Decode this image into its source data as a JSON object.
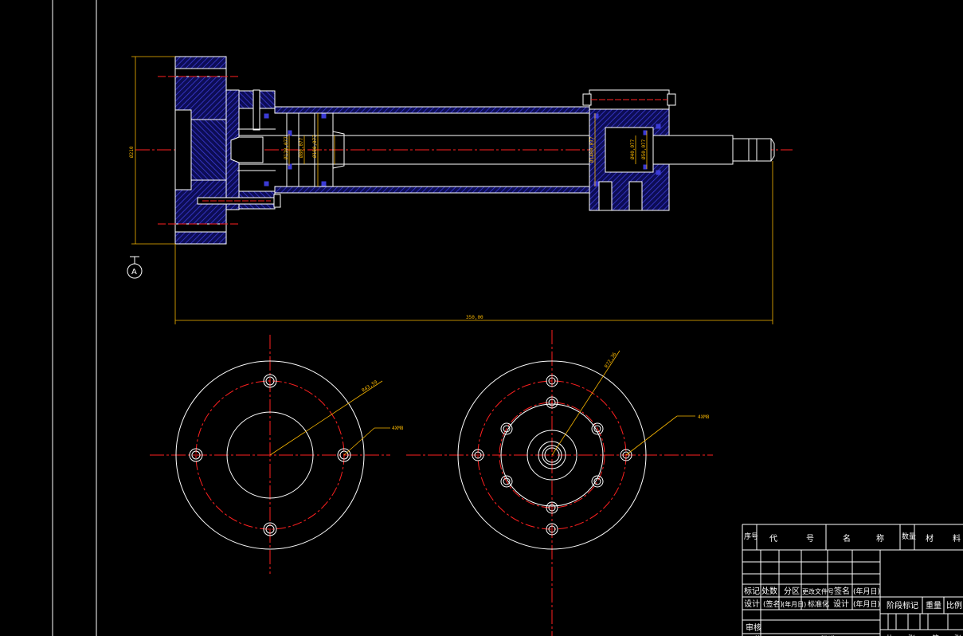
{
  "colors": {
    "background": "#000000",
    "outline": "#ffffff",
    "centerline": "#ff2020",
    "hatch": "#3b3bd6",
    "dimension": "#f5b400",
    "seal": "#3b3bd6"
  },
  "view_label": "A",
  "dimensions": {
    "overall_length": "350,00",
    "flange_height": "Ø210",
    "left_pcd": "R43,59",
    "right_pcd": "R72,36",
    "left_holes": "4XM8",
    "right_holes": "4XM8",
    "bore_small_1": "Ø120,077",
    "bore_small_2": "Ø80,077",
    "bore_small_3": "Ø100,077",
    "bore_large": "Ø1400,077",
    "bore_rod_1": "Ø40,077",
    "bore_rod_2": "Ø50,077"
  },
  "title_block": {
    "header": [
      "序号",
      "代",
      "号",
      "名",
      "称",
      "数量",
      "材",
      "料"
    ],
    "revision_row": [
      "标记",
      "处数",
      "分区",
      "更改文件号",
      "签名",
      "(年月日)"
    ],
    "design_row": [
      "设计",
      "(签名)",
      "(年月日)",
      "标准化",
      "设计",
      "(年月日)"
    ],
    "stage_cells": [
      "阶段标记",
      "重量",
      "比例"
    ],
    "review": "审核",
    "bottom_cells": [
      "工艺",
      "批准",
      "共",
      "张",
      "第",
      "张"
    ]
  }
}
